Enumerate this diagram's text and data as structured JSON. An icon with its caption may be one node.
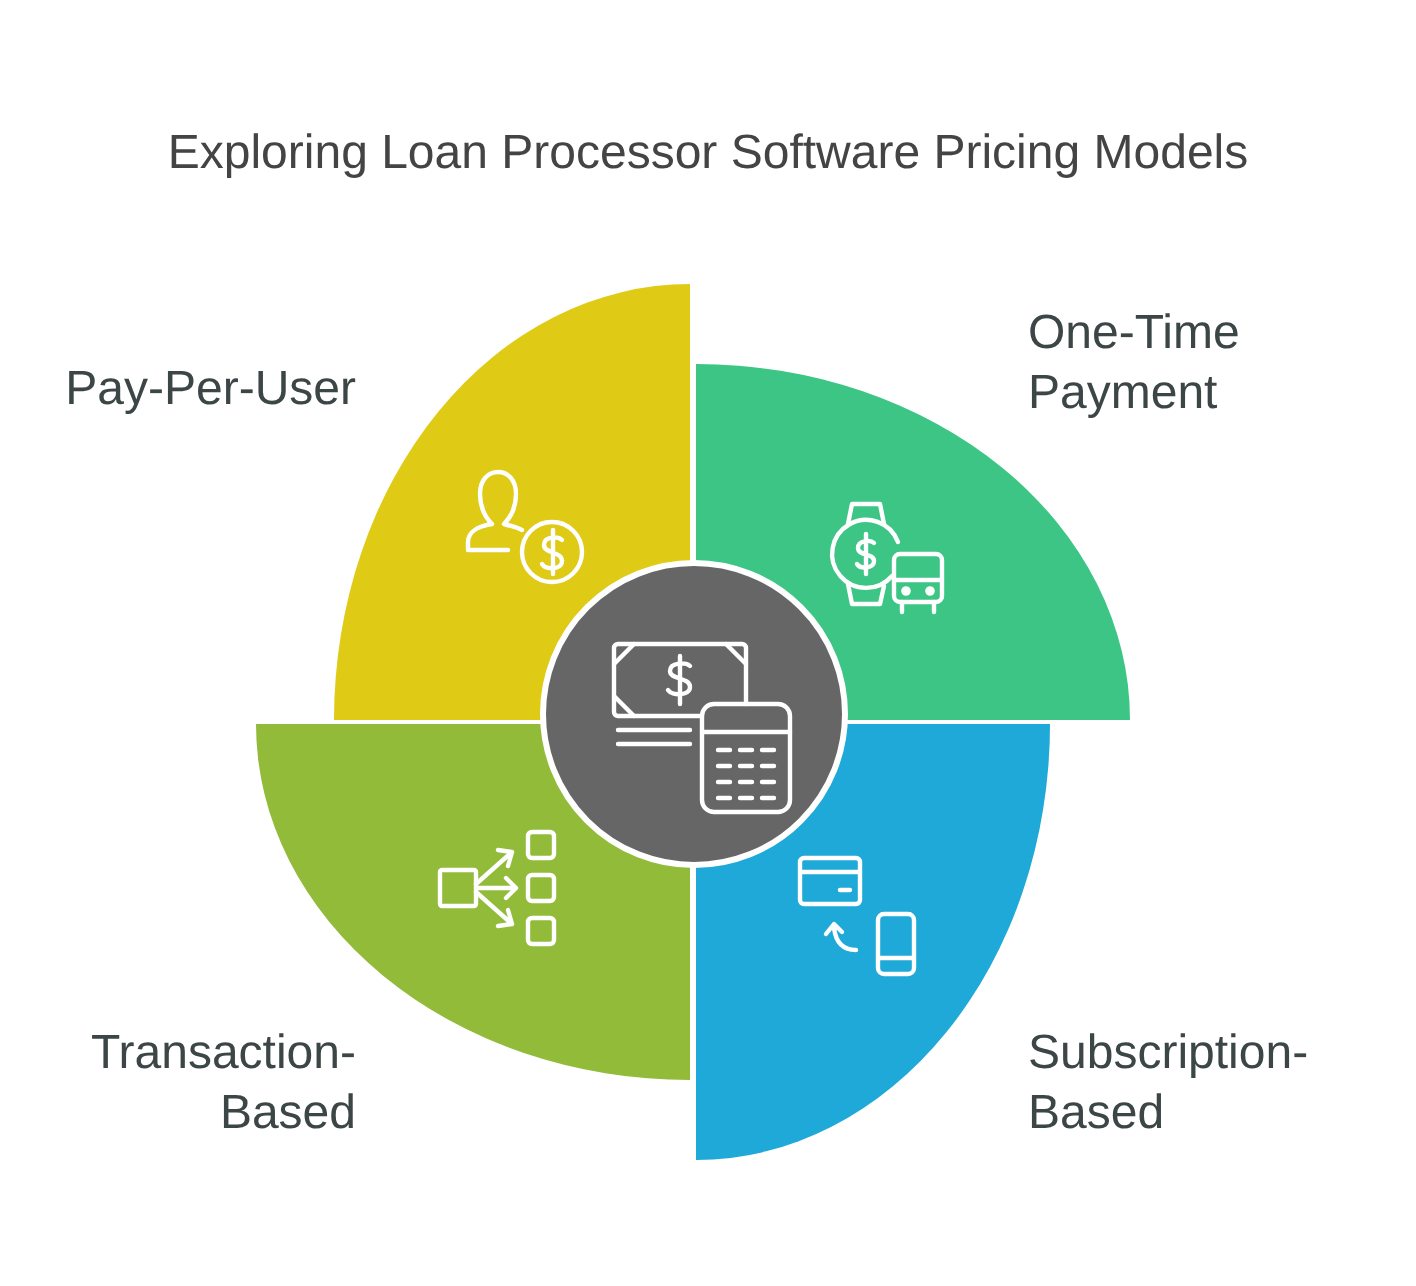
{
  "diagram": {
    "title": "Exploring Loan Processor Software Pricing Models",
    "nodes": [
      {
        "text": [
          "Pay-Per-User"
        ]
      },
      {
        "text": [
          "One-Time Payment"
        ]
      },
      {
        "text": [
          "Transaction-Based"
        ]
      },
      {
        "text": [
          "Subscription-Based"
        ]
      },
      {
        "text": [],
        "shape": "circle"
      }
    ]
  }
}
